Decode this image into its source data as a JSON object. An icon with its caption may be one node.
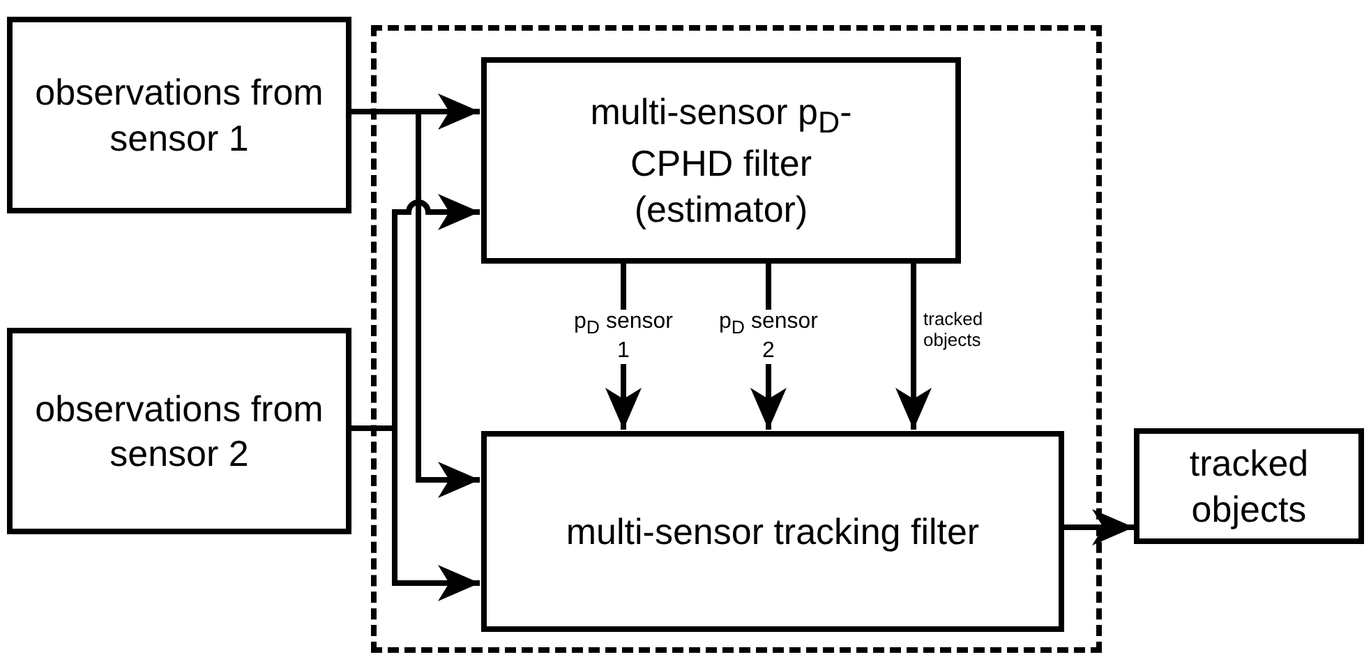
{
  "diagram": {
    "nodes": [
      {
        "text": [
          "observations from sensor 1"
        ]
      },
      {
        "text": [
          "observations from sensor 2"
        ]
      },
      {
        "text": [],
        "shape": "box"
      },
      {
        "text": [
          "multi-sensor p$_{D}$-CPHD filter (estimator)"
        ],
        "in": 2
      },
      {
        "text": [
          "multi-sensor tracking filter"
        ],
        "in": 2
      },
      {
        "text": [
          "tracked objects"
        ]
      }
    ],
    "edges": [
      {
        "from": 0,
        "to": 3,
        "arrow": "to"
      },
      {
        "from": 0,
        "to": 4,
        "arrow": "to"
      },
      {
        "from": 1,
        "to": 3,
        "arrow": "to"
      },
      {
        "from": 1,
        "to": 4,
        "arrow": "to"
      },
      {
        "from": 3,
        "to": 4,
        "arrow": "to",
        "label": "p$_{D}$ sensor 1"
      },
      {
        "from": 3,
        "to": 4,
        "arrow": "to",
        "label": "p$_{D}$ sensor 2"
      },
      {
        "from": 3,
        "to": 4,
        "arrow": "to",
        "label": "tracked objects"
      },
      {
        "from": 4,
        "to": 5,
        "arrow": "to"
      }
    ]
  }
}
